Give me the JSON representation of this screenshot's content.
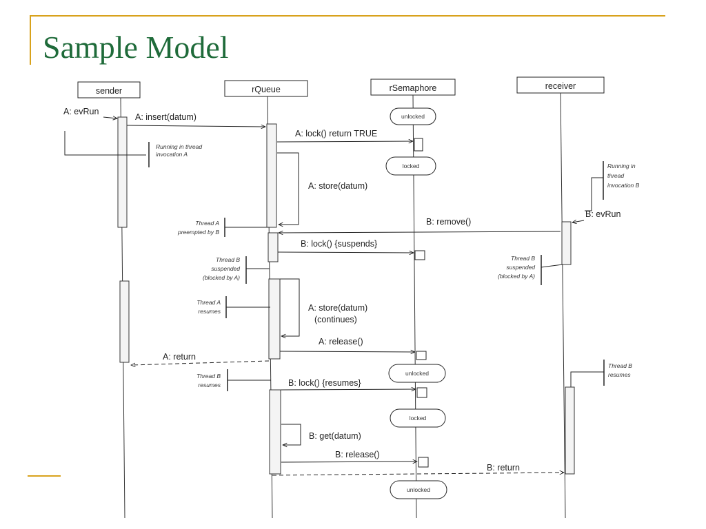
{
  "slide": {
    "title": "Sample Model",
    "accent_color": "#d8a21c",
    "title_color": "#1f6b3a"
  },
  "diagram": {
    "lifelines": [
      "sender",
      "rQueue",
      "rSemaphore",
      "receiver"
    ],
    "states": {
      "s1": "unlocked",
      "s2": "locked",
      "s3": "unlocked",
      "s4": "locked",
      "s5": "unlocked"
    },
    "messages": {
      "m_evrun_a": "A: evRun",
      "m_insert": "A: insert(datum)",
      "m_lock_a": "A: lock() return TRUE",
      "m_store_a": "A: store(datum)",
      "m_remove": "B: remove()",
      "m_evrun_b": "B: evRun",
      "m_lock_b": "B: lock() {suspends}",
      "m_store_cont_1": "A: store(datum)",
      "m_store_cont_2": "(continues)",
      "m_release_a": "A: release()",
      "m_return_a": "A: return",
      "m_lock_b_res": "B: lock() {resumes}",
      "m_get": "B: get(datum)",
      "m_release_b": "B: release()",
      "m_return_b": "B: return"
    },
    "notes": {
      "n_run_a_1": "Running in thread",
      "n_run_a_2": "invocation A",
      "n_run_b_1": "Running in",
      "n_run_b_2": "thread",
      "n_run_b_3": "invocation B",
      "n_preempt_1": "Thread A",
      "n_preempt_2": "preempted by B",
      "n_bsusp_l_1": "Thread B",
      "n_bsusp_l_2": "suspended",
      "n_bsusp_l_3": "(blocked by A)",
      "n_bsusp_r_1": "Thread B",
      "n_bsusp_r_2": "suspended",
      "n_bsusp_r_3": "(blocked by A)",
      "n_aresume_1": "Thread A",
      "n_aresume_2": "resumes",
      "n_bresume_l_1": "Thread B",
      "n_bresume_l_2": "resumes",
      "n_bresume_r_1": "Thread B",
      "n_bresume_r_2": "resumes"
    }
  }
}
